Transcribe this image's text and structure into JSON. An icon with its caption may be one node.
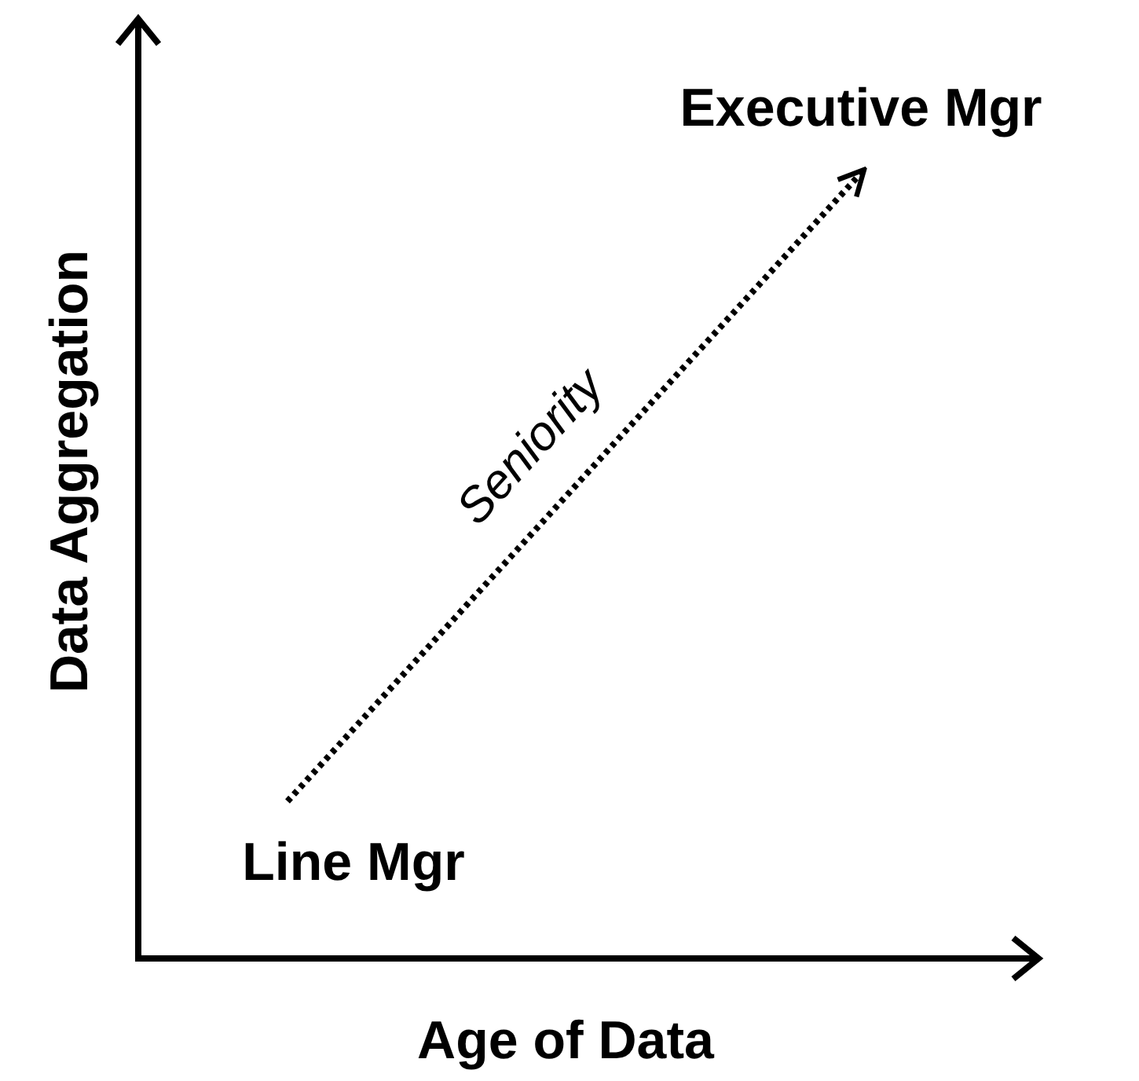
{
  "diagram": {
    "nodes": [
      {
        "text": [
          "Line Mgr"
        ]
      },
      {
        "text": [
          "Executive Mgr"
        ]
      }
    ],
    "edges": [
      {
        "from": 0,
        "to": 1,
        "arrow": "to",
        "style": "dashed",
        "label": "Seniority"
      }
    ],
    "labels": [
      "Data Aggregation",
      "Age of Data"
    ]
  }
}
